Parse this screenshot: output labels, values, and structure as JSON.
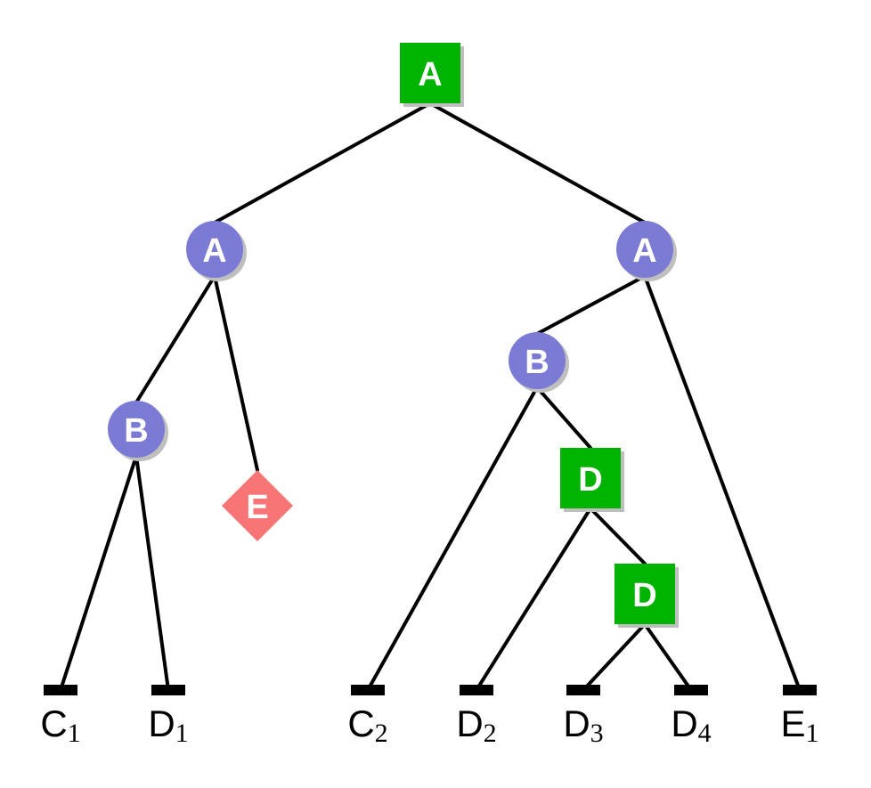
{
  "tree": {
    "root": {
      "label": "A",
      "shape": "square",
      "color": "#00b300",
      "children": [
        {
          "label": "A",
          "shape": "circle",
          "color": "#7b7bd5",
          "children": [
            {
              "label": "B",
              "shape": "circle",
              "color": "#7b7bd5",
              "children": [
                {
                  "leaf": true,
                  "name": "C",
                  "sub": "1"
                },
                {
                  "leaf": true,
                  "name": "D",
                  "sub": "1"
                }
              ]
            },
            {
              "label": "E",
              "shape": "diamond",
              "color": "#f77575",
              "children": []
            }
          ]
        },
        {
          "label": "A",
          "shape": "circle",
          "color": "#7b7bd5",
          "children": [
            {
              "label": "B",
              "shape": "circle",
              "color": "#7b7bd5",
              "children": [
                {
                  "leaf": true,
                  "name": "C",
                  "sub": "2"
                },
                {
                  "label": "D",
                  "shape": "square",
                  "color": "#00b300",
                  "children": [
                    {
                      "leaf": true,
                      "name": "D",
                      "sub": "2"
                    },
                    {
                      "label": "D",
                      "shape": "square",
                      "color": "#00b300",
                      "children": [
                        {
                          "leaf": true,
                          "name": "D",
                          "sub": "3"
                        },
                        {
                          "leaf": true,
                          "name": "D",
                          "sub": "4"
                        }
                      ]
                    }
                  ]
                }
              ]
            },
            {
              "leaf": true,
              "name": "E",
              "sub": "1"
            }
          ]
        }
      ]
    }
  }
}
